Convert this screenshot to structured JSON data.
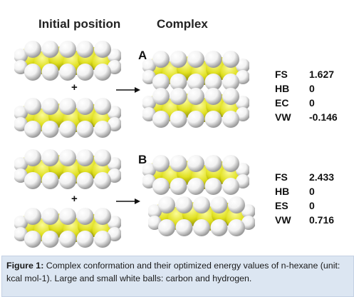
{
  "headings": {
    "initial": "Initial position",
    "complex": "Complex"
  },
  "panels": [
    {
      "letter": "A",
      "plus": "+",
      "energies": [
        {
          "key": "FS",
          "value": "1.627"
        },
        {
          "key": "HB",
          "value": "0"
        },
        {
          "key": "EC",
          "value": "0"
        },
        {
          "key": "VW",
          "value": "-0.146"
        }
      ]
    },
    {
      "letter": "B",
      "plus": "+",
      "energies": [
        {
          "key": "FS",
          "value": "2.433"
        },
        {
          "key": "HB",
          "value": "0"
        },
        {
          "key": "ES",
          "value": "0"
        },
        {
          "key": "VW",
          "value": "0.716"
        }
      ]
    }
  ],
  "caption": {
    "label": "Figure 1:",
    "text": " Complex conformation and their optimized energy values of n-hexane (unit: kcal mol-1). Large and small white balls: carbon and hydrogen."
  },
  "colors": {
    "carbon": "#e0e020",
    "hydrogen": "#f2f2f2",
    "caption_bg": "#dce6f2"
  }
}
